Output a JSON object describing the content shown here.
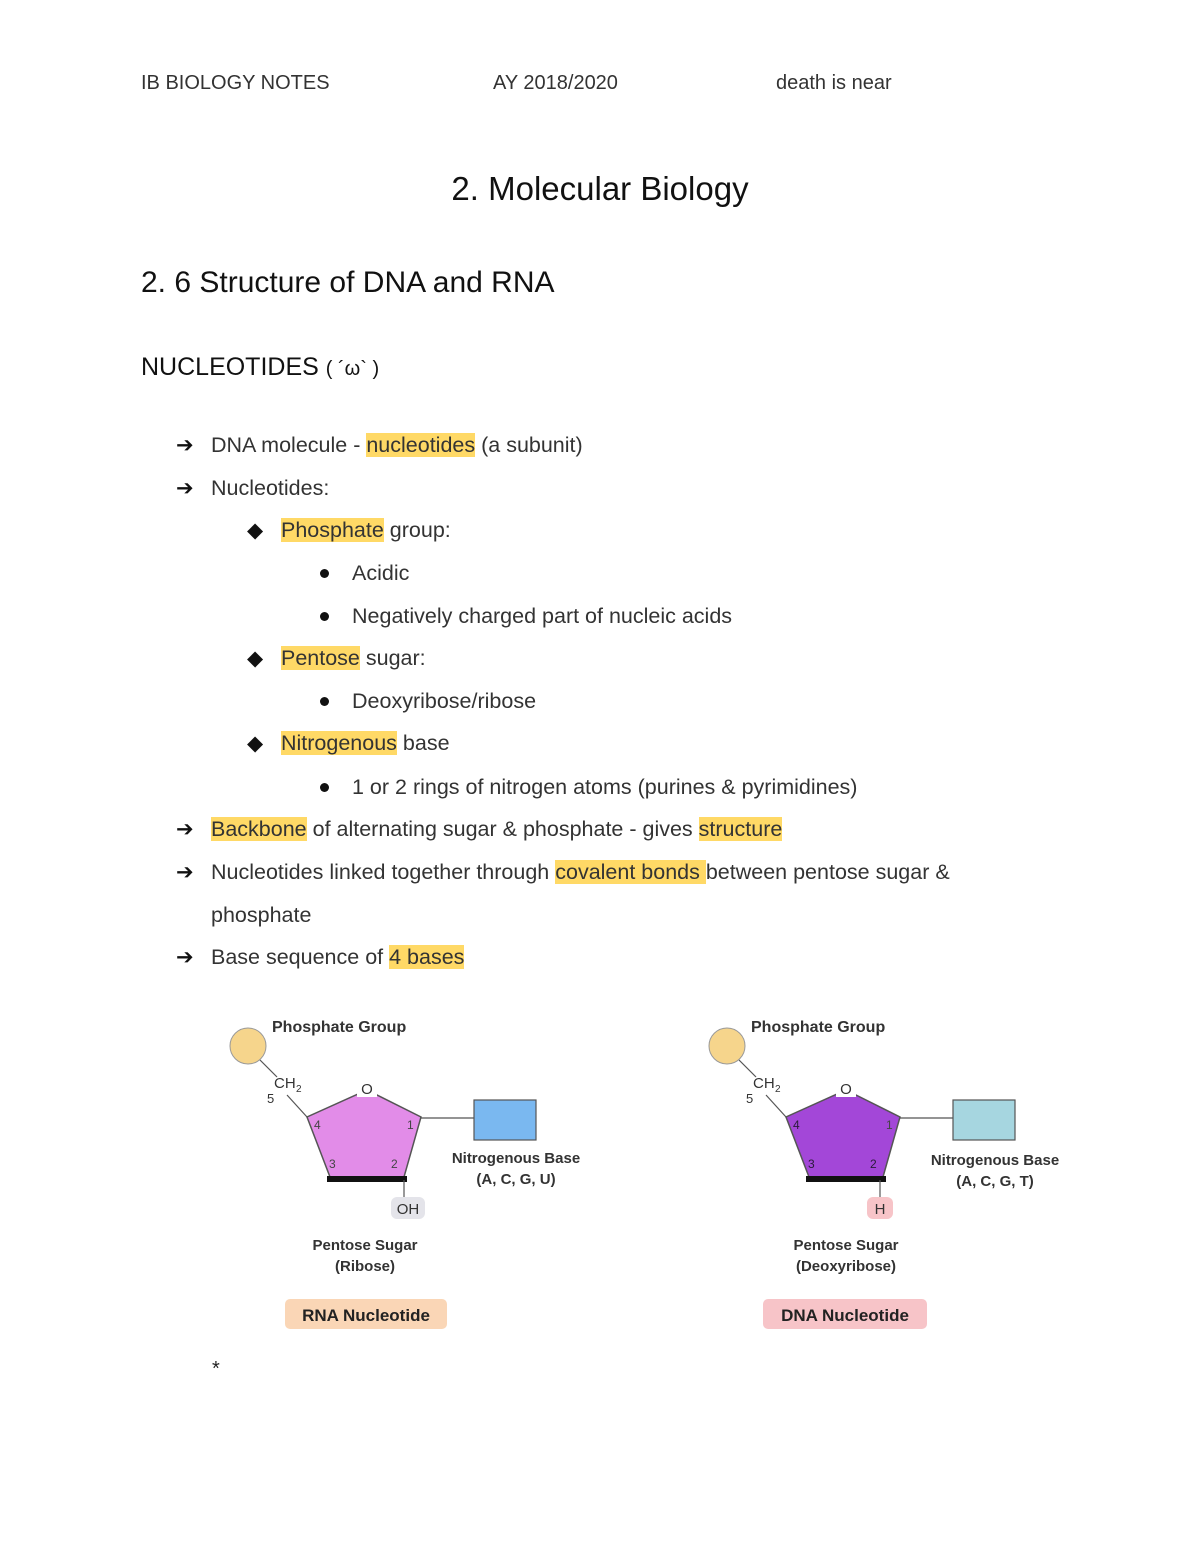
{
  "header": {
    "left": "IB BIOLOGY NOTES",
    "center": "AY 2018/2020",
    "right": "death is near"
  },
  "title": "2. Molecular Biology",
  "section": "2. 6 Structure of DNA and RNA",
  "subheading": {
    "text": "NUCLEOTIDES",
    "face": "( ´ω` )"
  },
  "markers": {
    "arrow": "➔",
    "diamond": "◆"
  },
  "notes": {
    "b1": {
      "pre": "DNA molecule - ",
      "hl": "nucleotides",
      "post": " (a subunit)"
    },
    "b2": "Nucleotides:",
    "b2a": {
      "hl": "Phosphate",
      "post": " group:"
    },
    "b2a1": "Acidic",
    "b2a2": "Negatively charged part of nucleic acids",
    "b2b": {
      "hl": "Pentose",
      "post": " sugar:"
    },
    "b2b1": "Deoxyribose/ribose",
    "b2c": {
      "hl": "Nitrogenous",
      "post": " base"
    },
    "b2c1": "1 or 2 rings of nitrogen atoms (purines & pyrimidines)",
    "b3": {
      "hl1": "Backbone",
      "mid": " of alternating sugar & phosphate - gives ",
      "hl2": "structure"
    },
    "b4": {
      "pre": "Nucleotides linked together through ",
      "hl": "covalent bonds ",
      "post": "  between pentose sugar &",
      "cont": "phosphate"
    },
    "b5": {
      "pre": "Base sequence of ",
      "hl": "4 bases"
    }
  },
  "diagrams": {
    "rna": {
      "phosphate_label": "Phosphate Group",
      "ch2": "CH",
      "ch2_sub": "2",
      "c5": "5",
      "ring_o": "O",
      "c4": "4",
      "c1": "1",
      "c3": "3",
      "c2": "2",
      "base_label_1": "Nitrogenous Base",
      "base_label_2": "(A, C, G, U)",
      "group": "OH",
      "sugar_label_1": "Pentose Sugar",
      "sugar_label_2": "(Ribose)",
      "badge": "RNA Nucleotide",
      "colors": {
        "sugar": "#e28ce8",
        "base": "#7ab8f0",
        "phosphate": "#f6d58c",
        "badge": "#fad6b6",
        "group": "#e4e4ea"
      }
    },
    "dna": {
      "phosphate_label": "Phosphate Group",
      "ch2": "CH",
      "ch2_sub": "2",
      "c5": "5",
      "ring_o": "O",
      "c4": "4",
      "c1": "1",
      "c3": "3",
      "c2": "2",
      "base_label_1": "Nitrogenous Base",
      "base_label_2": "(A, C, G, T)",
      "group": "H",
      "sugar_label_1": "Pentose Sugar",
      "sugar_label_2": "(Deoxyribose)",
      "badge": "DNA Nucleotide",
      "colors": {
        "sugar": "#a347d8",
        "base": "#a6d6e0",
        "phosphate": "#f6d58c",
        "badge": "#f7c4c8",
        "group": "#f7c4c8"
      }
    }
  },
  "footnote": "*"
}
